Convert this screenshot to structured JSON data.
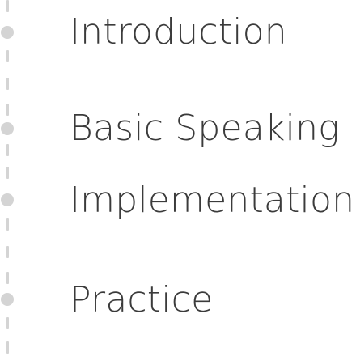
{
  "menu": {
    "items": [
      {
        "label": "Introduction"
      },
      {
        "label": "Basic Speaking"
      },
      {
        "label": "Implementation"
      },
      {
        "label": "Practice"
      }
    ]
  },
  "colors": {
    "text": "#3b3b3b",
    "rail": "#d4d4d4",
    "background": "#ffffff"
  },
  "icons": {
    "step_marker": "circle-dot-icon"
  }
}
